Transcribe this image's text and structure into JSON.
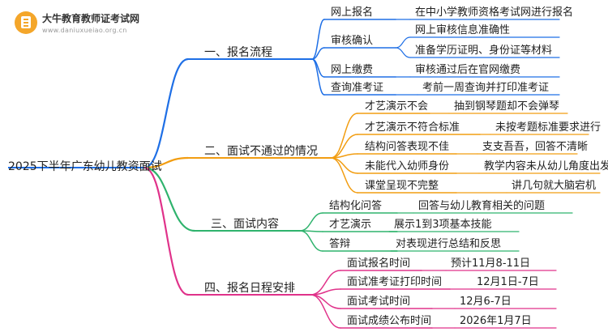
{
  "logo": {
    "name": "大牛教育教师证考试网",
    "url": "www.daniuxueiao.org.cn",
    "icon": "book-icon",
    "color": "#f4a62a"
  },
  "mindmap": {
    "root": "2025下半年广东幼儿教资面试",
    "branches": [
      {
        "title": "一、报名流程",
        "color": "#1e6fe6",
        "children": [
          {
            "label": "网上报名",
            "details": [
              "在中小学教师资格考试网进行报名"
            ]
          },
          {
            "label": "审核确认",
            "details": [
              "网上审核信息准确性",
              "准备学历证明、身份证等材料"
            ]
          },
          {
            "label": "网上缴费",
            "details": [
              "审核通过后在官网缴费"
            ]
          },
          {
            "label": "查询准考证",
            "details": [
              "考前一周查询并打印准考证"
            ]
          }
        ]
      },
      {
        "title": "二、面试不通过的情况",
        "color": "#f29d11",
        "children": [
          {
            "label": "才艺演示不会",
            "details": [
              "抽到钢琴题却不会弹琴"
            ]
          },
          {
            "label": "才艺演示不符合标准",
            "details": [
              "未按考题标准要求进行"
            ]
          },
          {
            "label": "结构问答表现不佳",
            "details": [
              "支支吾吾，回答不清晰"
            ]
          },
          {
            "label": "未能代入幼师身份",
            "details": [
              "教学内容未从幼儿角度出发"
            ]
          },
          {
            "label": "课堂呈现不完整",
            "details": [
              "讲几句就大脑宕机"
            ]
          }
        ]
      },
      {
        "title": "三、面试内容",
        "color": "#2fb36d",
        "children": [
          {
            "label": "结构化问答",
            "details": [
              "回答与幼儿教育相关的问题"
            ]
          },
          {
            "label": "才艺演示",
            "details": [
              "展示1到3项基本技能"
            ]
          },
          {
            "label": "答辩",
            "details": [
              "对表现进行总结和反思"
            ]
          }
        ]
      },
      {
        "title": "四、报名日程安排",
        "color": "#e0328a",
        "children": [
          {
            "label": "面试报名时间",
            "details": [
              "预计11月8-11日"
            ]
          },
          {
            "label": "面试准考证打印时间",
            "details": [
              "12月1日-7日"
            ]
          },
          {
            "label": "面试考试时间",
            "details": [
              "12月6-7日"
            ]
          },
          {
            "label": "面试成绩公布时间",
            "details": [
              "2026年1月7日"
            ]
          }
        ]
      }
    ]
  }
}
